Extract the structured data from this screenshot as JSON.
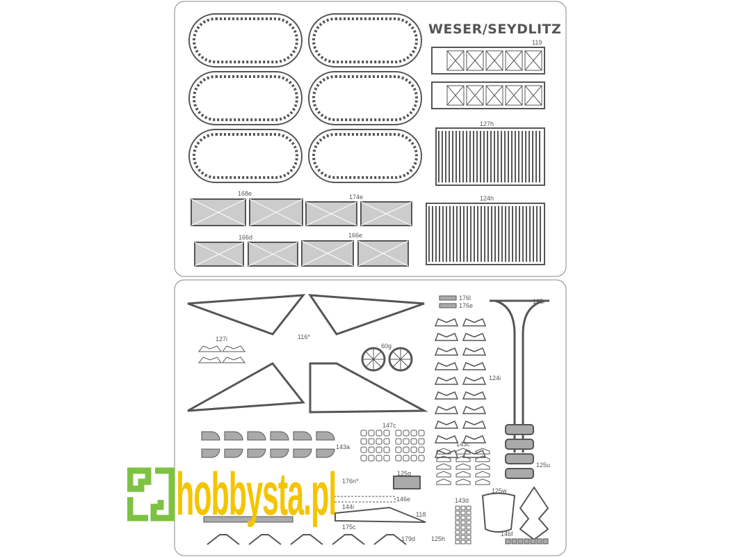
{
  "sheet_title": "WESER/SEYDLITZ",
  "part_labels": {
    "p119": "119",
    "p127h": "127h",
    "p124h": "124h",
    "p168e": "168e",
    "p174e": "174e",
    "p166d": "166d",
    "p166e": "166e",
    "p176l": "176l",
    "p176e": "176e",
    "p125r": "125r",
    "p127i": "127i",
    "p116": "116*",
    "p60g": "60g",
    "p124i": "124i",
    "p147c": "147c",
    "p143a": "143a",
    "p143c": "143c",
    "p125u": "125u",
    "p176n": "176n*",
    "p125g": "125g",
    "p146e": "146e",
    "p144i": "144i",
    "p175c": "175c",
    "p118": "118",
    "p125w": "125w",
    "p143d": "143d",
    "p179d": "179d",
    "p125h": "125h",
    "p146f": "146f"
  },
  "watermark": {
    "text": "hobbysta.pl",
    "colors": {
      "icon": "#7dc242",
      "text": "#f5c400",
      "dot": "#7dc242"
    }
  },
  "colors": {
    "line": "#555555",
    "fill": "#aaaaaa",
    "sheet_border": "#888888"
  }
}
